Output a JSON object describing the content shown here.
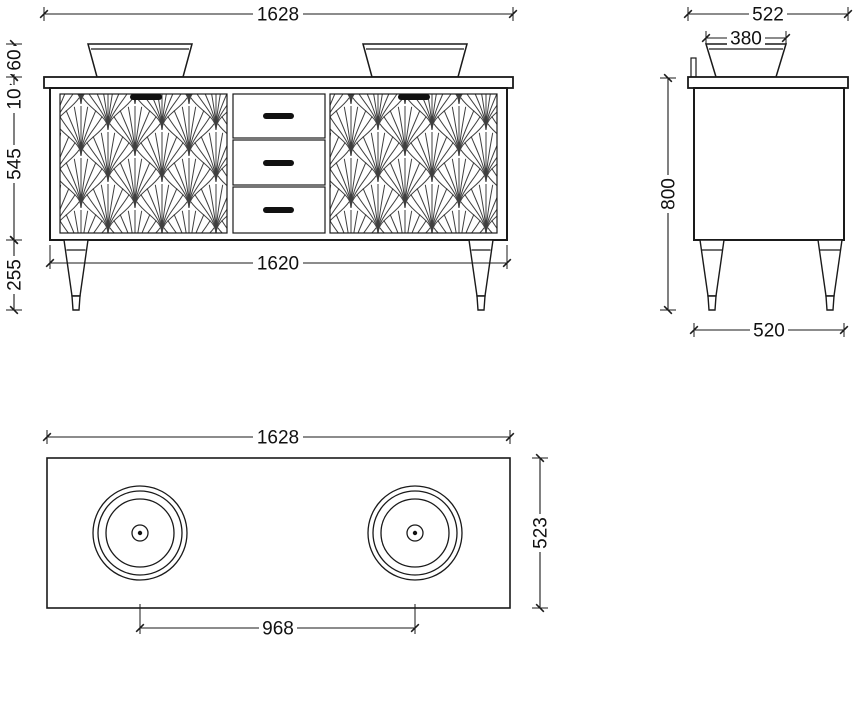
{
  "drawing_type": "furniture-technical-drawing",
  "colors": {
    "line": "#1a1a1a",
    "pattern": "#3f3f3f",
    "background": "#ffffff"
  },
  "dims": {
    "front": {
      "top_width": "1628",
      "basin_height": "60",
      "top_thickness": "10",
      "cabinet_height": "545",
      "leg_height": "255",
      "cabinet_width": "1620"
    },
    "side": {
      "depth": "522",
      "basin_depth": "380",
      "height": "800",
      "bottom_depth": "520"
    },
    "plan": {
      "width": "1628",
      "depth": "523",
      "basin_spacing": "968"
    }
  }
}
